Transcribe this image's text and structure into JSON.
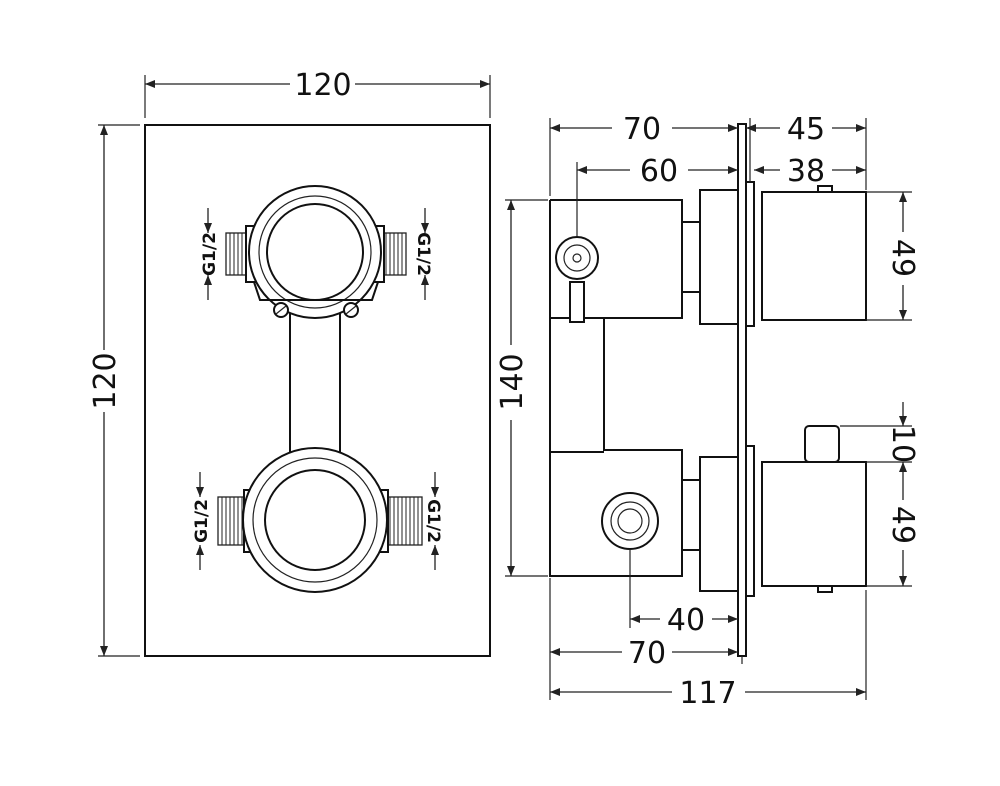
{
  "front_view": {
    "width_label": "120",
    "height_label": "120",
    "thread_labels": [
      "G1/2",
      "G1/2",
      "G1/2",
      "G1/2"
    ]
  },
  "side_view": {
    "top_dims": [
      "70",
      "45",
      "60",
      "38"
    ],
    "left_dim": "140",
    "right_dims": [
      "49",
      "10",
      "49"
    ],
    "bottom_dims": [
      "40",
      "70",
      "117"
    ]
  }
}
